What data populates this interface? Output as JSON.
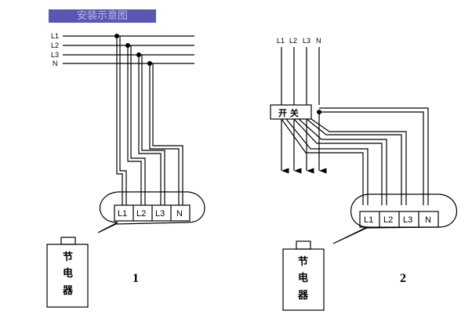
{
  "title": "安装示意图",
  "diagram1": {
    "bus_labels": [
      "L1",
      "L2",
      "L3",
      "N"
    ],
    "terminals": [
      "L1",
      "L2",
      "L3",
      "N"
    ],
    "device_chars": [
      "节",
      "电",
      "器"
    ],
    "number": "1"
  },
  "diagram2": {
    "bus_labels": [
      "L1",
      "L2",
      "L3",
      "N"
    ],
    "switch_label": "开 关",
    "terminals": [
      "L1",
      "L2",
      "L3",
      "N"
    ],
    "device_chars": [
      "节",
      "电",
      "器"
    ],
    "number": "2"
  }
}
